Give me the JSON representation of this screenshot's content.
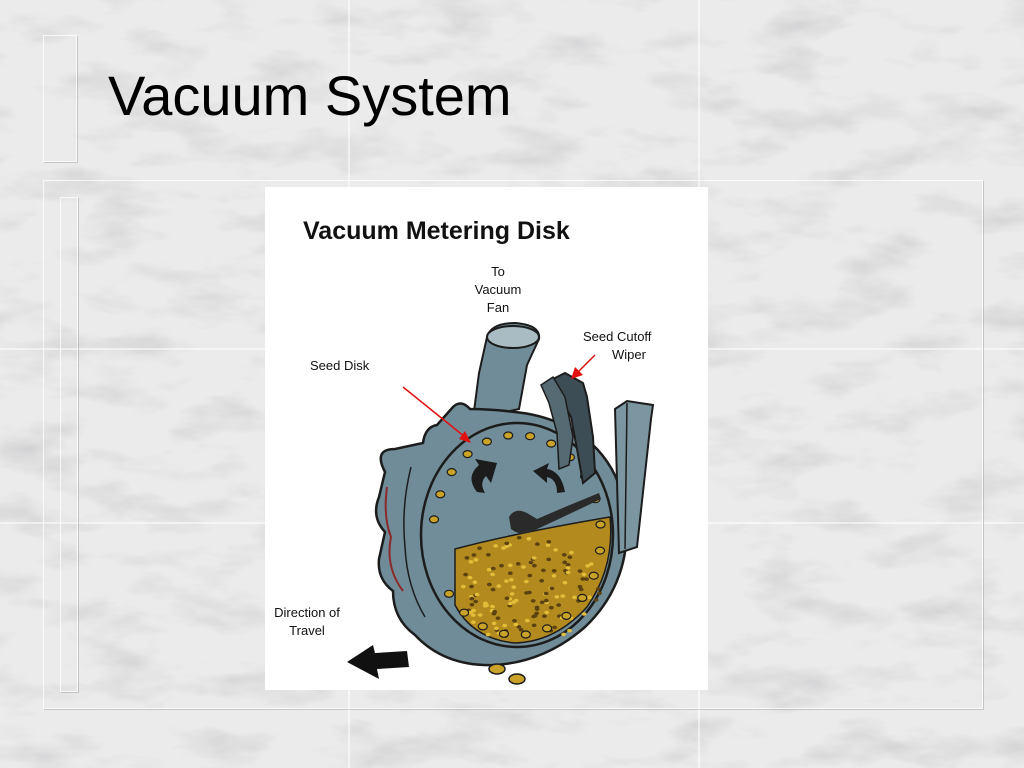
{
  "slide": {
    "title": "Vacuum System"
  },
  "figure": {
    "heading": "Vacuum Metering Disk",
    "labels": {
      "to_vacuum_fan_line1": "To",
      "to_vacuum_fan_line2": "Vacuum",
      "to_vacuum_fan_line3": "Fan",
      "seed_cutoff_line1": "Seed Cutoff",
      "seed_cutoff_line2": "Wiper",
      "seed_disk": "Seed Disk",
      "direction_line1": "Direction of",
      "direction_line2": "Travel"
    },
    "colors": {
      "housing": "#6f8c98",
      "outline": "#1c1c1c",
      "seed": "#c9a227",
      "pointer": "#e01010"
    }
  }
}
